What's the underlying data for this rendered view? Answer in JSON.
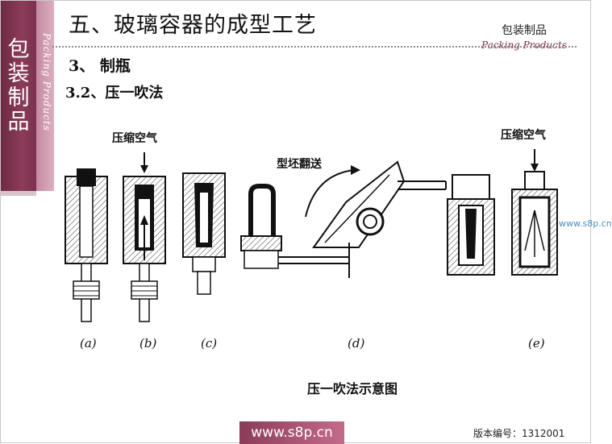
{
  "sidebar": {
    "title": "包装制品",
    "subtitle": "Packing Products"
  },
  "header": {
    "title": "五、玻璃容器的成型工艺",
    "brand_cn": "包装制品",
    "brand_en": "Packing Products"
  },
  "content": {
    "section": "3、 制瓶",
    "subsection": "3.2、压一吹法"
  },
  "figure": {
    "label_compressed_air_left": "压缩空气",
    "label_compressed_air_right": "压缩空气",
    "label_parison_transfer": "型坯翻送",
    "stage_labels": [
      "(a)",
      "(b)",
      "(c)",
      "(d)",
      "(e)"
    ],
    "caption": "压一吹法示意图",
    "watermark": "www.s8p.cn",
    "colors": {
      "ink": "#111111",
      "hatch": "#666666"
    }
  },
  "footer": {
    "site": "www.s8p.cn",
    "version": "版本编号：1312001"
  },
  "colors": {
    "band_dark": "#7a3150",
    "band_light": "#d4a0b4",
    "footer_bar": "#a4506f"
  }
}
